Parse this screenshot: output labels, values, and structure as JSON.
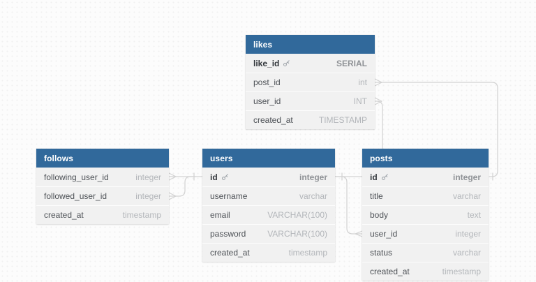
{
  "diagram": {
    "tables": [
      {
        "name": "likes",
        "fields": [
          {
            "name": "like_id",
            "type": "SERIAL",
            "pk": true
          },
          {
            "name": "post_id",
            "type": "int",
            "pk": false
          },
          {
            "name": "user_id",
            "type": "INT",
            "pk": false
          },
          {
            "name": "created_at",
            "type": "TIMESTAMP",
            "pk": false
          }
        ]
      },
      {
        "name": "follows",
        "fields": [
          {
            "name": "following_user_id",
            "type": "integer",
            "pk": false
          },
          {
            "name": "followed_user_id",
            "type": "integer",
            "pk": false
          },
          {
            "name": "created_at",
            "type": "timestamp",
            "pk": false
          }
        ]
      },
      {
        "name": "users",
        "fields": [
          {
            "name": "id",
            "type": "integer",
            "pk": true
          },
          {
            "name": "username",
            "type": "varchar",
            "pk": false
          },
          {
            "name": "email",
            "type": "VARCHAR(100)",
            "pk": false
          },
          {
            "name": "password",
            "type": "VARCHAR(100)",
            "pk": false
          },
          {
            "name": "created_at",
            "type": "timestamp",
            "pk": false
          }
        ]
      },
      {
        "name": "posts",
        "fields": [
          {
            "name": "id",
            "type": "integer",
            "pk": true
          },
          {
            "name": "title",
            "type": "varchar",
            "pk": false
          },
          {
            "name": "body",
            "type": "text",
            "pk": false
          },
          {
            "name": "user_id",
            "type": "integer",
            "pk": false
          },
          {
            "name": "status",
            "type": "varchar",
            "pk": false
          },
          {
            "name": "created_at",
            "type": "timestamp",
            "pk": false
          }
        ]
      }
    ],
    "relationships": [
      {
        "from": "likes.post_id",
        "to": "posts.id",
        "from_cardinality": "many",
        "to_cardinality": "one"
      },
      {
        "from": "likes.user_id",
        "to": "users.id",
        "from_cardinality": "many",
        "to_cardinality": "one"
      },
      {
        "from": "posts.user_id",
        "to": "users.id",
        "from_cardinality": "many",
        "to_cardinality": "one"
      },
      {
        "from": "follows.following_user_id",
        "to": "users.id",
        "from_cardinality": "many",
        "to_cardinality": "one"
      },
      {
        "from": "follows.followed_user_id",
        "to": "users.id",
        "from_cardinality": "many",
        "to_cardinality": "one"
      }
    ],
    "colors": {
      "header_bg": "#31699b",
      "header_text": "#ffffff",
      "row_bg": "#f1f1f1",
      "field_text": "#4d5156",
      "pk_field_text": "#33373c",
      "type_text": "#b3b6ba",
      "pk_type_text": "#8f9296",
      "key_icon": "#9aa0a6",
      "connector": "#d2d2d2",
      "canvas_bg": "#fcfcfc"
    }
  }
}
